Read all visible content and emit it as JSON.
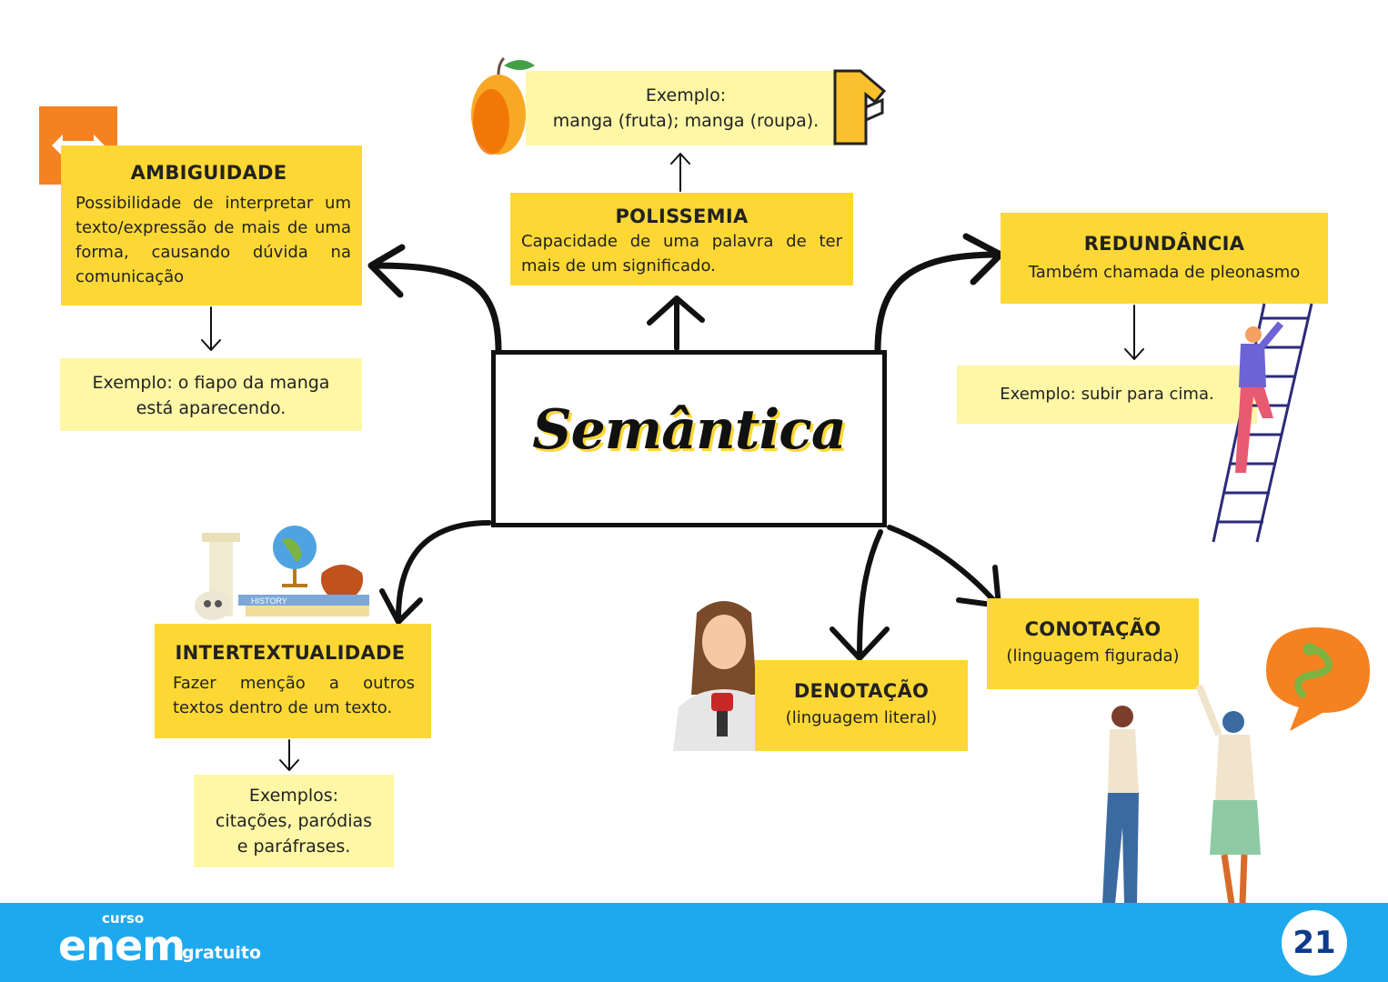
{
  "central": {
    "title": "Semântica"
  },
  "ambiguidade": {
    "title": "AMBIGUIDADE",
    "description": "Possibilidade de interpretar um texto/expressão de mais de uma forma, causando dúvida na comunicação",
    "example_line1": "Exemplo: o fiapo da manga",
    "example_line2": "está aparecendo."
  },
  "polissemia": {
    "title": "POLISSEMIA",
    "description": "Capacidade de uma palavra de ter mais de um significado.",
    "example_line1": "Exemplo:",
    "example_line2": "manga (fruta); manga (roupa)."
  },
  "redundancia": {
    "title": "REDUNDÂNCIA",
    "description": "Também chamada de pleonasmo",
    "example": "Exemplo: subir para cima."
  },
  "intertextualidade": {
    "title": "INTERTEXTUALIDADE",
    "description": "Fazer menção a outros textos dentro de um texto.",
    "example_line1": "Exemplos:",
    "example_line2": "citações, paródias",
    "example_line3": "e paráfrases.",
    "book_label": "HISTORY"
  },
  "denotacao": {
    "title": "DENOTAÇÃO",
    "description": "(linguagem literal)"
  },
  "conotacao": {
    "title": "CONOTAÇÃO",
    "description": "(linguagem figurada)"
  },
  "footer": {
    "logo_small": "curso",
    "logo_main": "enem",
    "logo_suffix": "gratuito",
    "page_number": "21"
  },
  "colors": {
    "accent_yellow": "#fdd835",
    "pale_yellow": "#fdf7a6",
    "footer_blue": "#1ea9ee",
    "icon_orange": "#f58220"
  }
}
